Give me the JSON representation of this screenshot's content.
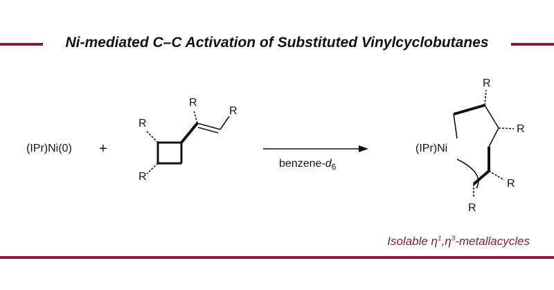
{
  "header": {
    "title": "Ni-mediated C–C Activation of Substituted Vinylcyclobutanes",
    "accent_color": "#7a1d3f"
  },
  "scheme": {
    "reagent": "(IPr)Ni(0)",
    "plus": "+",
    "substituent": "R",
    "conditions_text": "benzene-",
    "conditions_italic": "d",
    "conditions_subscript": "6",
    "product_metal_label": "(IPr)Ni"
  },
  "footer": {
    "caption_prefix": "Isolable η",
    "caption_sup1": "1",
    "caption_mid": ",η",
    "caption_sup2": "3",
    "caption_suffix": "-metallacycles"
  }
}
